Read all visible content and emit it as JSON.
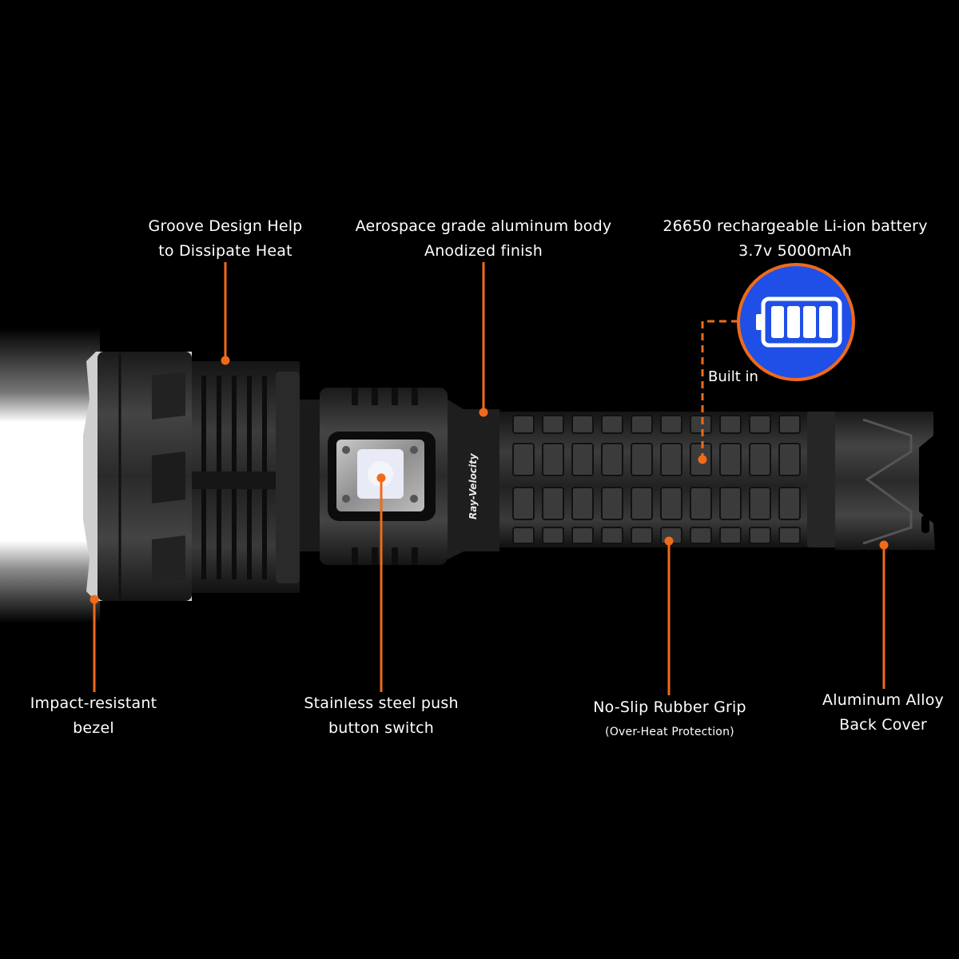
{
  "product": {
    "brand_mark": "Ray-Velocity",
    "type": "LED flashlight"
  },
  "colors": {
    "background": "#000000",
    "callout_line": "#F06A1A",
    "battery_badge_fill": "#1F4FE6",
    "battery_badge_ring": "#F06A1A",
    "text": "#FFFFFF"
  },
  "callouts_top": [
    {
      "id": "groove",
      "line1": "Groove Design Help",
      "line2": "to Dissipate Heat"
    },
    {
      "id": "body",
      "line1": "Aerospace grade aluminum body",
      "line2": "Anodized finish"
    },
    {
      "id": "battery",
      "line1": "26650 rechargeable Li-ion battery",
      "line2": "3.7v 5000mAh"
    }
  ],
  "battery_badge": {
    "icon": "battery-full-icon",
    "bars": 4,
    "note": "Built in"
  },
  "callouts_bottom": [
    {
      "id": "bezel",
      "line1": "Impact-resistant",
      "line2": "bezel"
    },
    {
      "id": "switch",
      "line1": "Stainless steel push",
      "line2": "button switch"
    },
    {
      "id": "grip",
      "line1": "No-Slip Rubber Grip",
      "line2": "(Over-Heat Protection)"
    },
    {
      "id": "tailcap",
      "line1": "Aluminum Alloy",
      "line2": "Back Cover"
    }
  ]
}
